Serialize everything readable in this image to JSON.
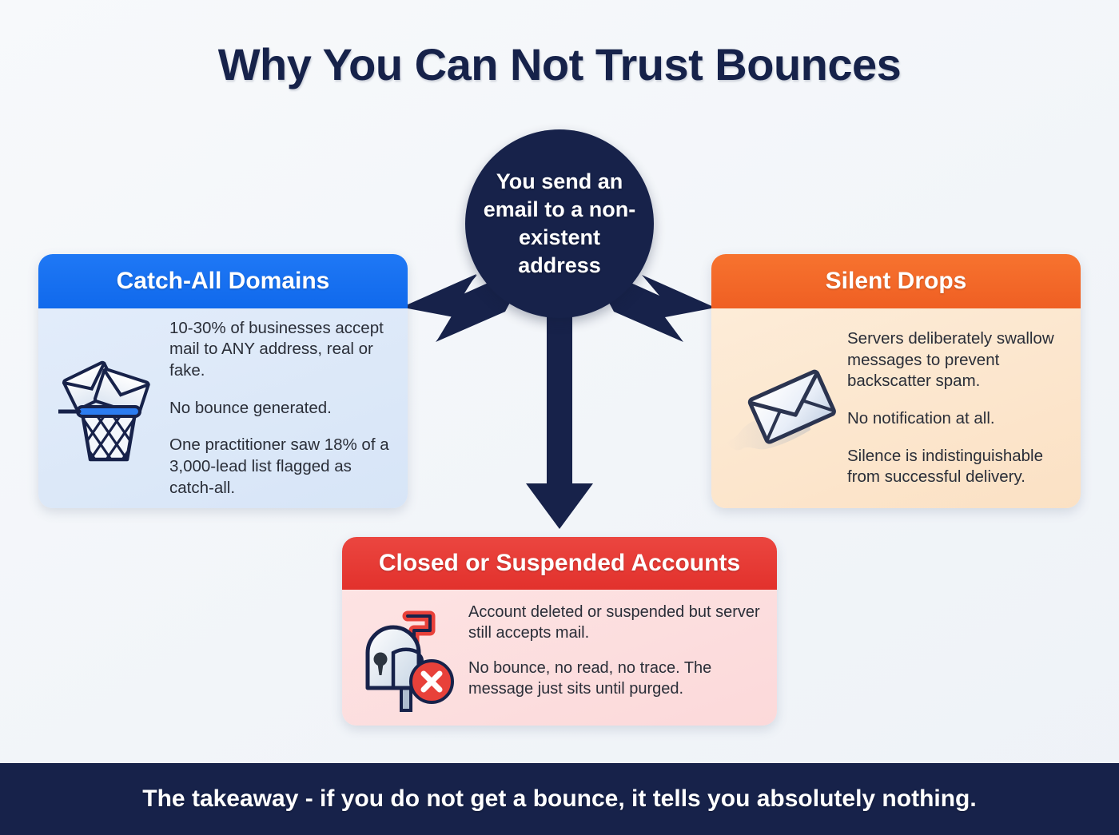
{
  "title": "Why You Can Not Trust Bounces",
  "hub": {
    "text": "You send an email to a non-existent address"
  },
  "cards": [
    {
      "id": "catchall",
      "header": "Catch-All Domains",
      "icon": "wastebasket-with-envelopes-icon",
      "paragraphs": [
        "10-30% of businesses accept mail to ANY address, real or fake.",
        "No bounce generated.",
        "One practitioner saw 18% of a 3,000-lead list flagged as catch-all."
      ],
      "header_color": "#1570f0",
      "body_color": "#dce8f8"
    },
    {
      "id": "silent",
      "header": "Silent Drops",
      "icon": "flying-envelope-icon",
      "paragraphs": [
        "Servers deliberately swallow messages to prevent backscatter spam.",
        "No notification at all.",
        "Silence is indistinguishable from successful delivery."
      ],
      "header_color": "#f2672a",
      "body_color": "#fbe2c6"
    },
    {
      "id": "closed",
      "header": "Closed or Suspended Accounts",
      "icon": "locked-mailbox-with-x-icon",
      "paragraphs": [
        "Account deleted or suspended but server still accepts mail.",
        "No bounce, no read, no trace. The message just sits until purged."
      ],
      "header_color": "#e73b34",
      "body_color": "#fcdede"
    }
  ],
  "footer": {
    "text": "The takeaway - if you do not get a bounce, it tells you absolutely nothing."
  },
  "colors": {
    "background": "#f5f7fa",
    "navy": "#17224a",
    "blue": "#1570f0",
    "orange": "#f2672a",
    "red": "#e73b34"
  }
}
